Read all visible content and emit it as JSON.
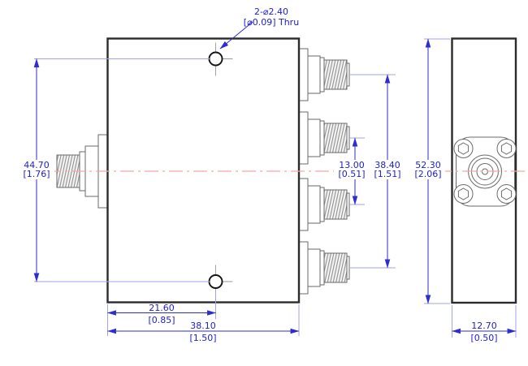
{
  "note": {
    "line1": "2-⌀2.40",
    "line2": "[⌀0.09] Thru"
  },
  "dims": {
    "hole_spacing": {
      "mm": "44.70",
      "inch": "[1.76]"
    },
    "port_pitch": {
      "mm": "13.00",
      "inch": "[0.51]"
    },
    "port_span": {
      "mm": "38.40",
      "inch": "[1.51]"
    },
    "body_height": {
      "mm": "52.30",
      "inch": "[2.06]"
    },
    "hole_offset": {
      "mm": "21.60",
      "inch": "[0.85]"
    },
    "body_width": {
      "mm": "38.10",
      "inch": "[1.50]"
    },
    "body_depth": {
      "mm": "12.70",
      "inch": "[0.50]"
    }
  },
  "colors": {
    "dimension_blue": "#2d2dd0",
    "text_blue": "#2020cc",
    "extension_blue": "#a3a3ec",
    "centerline_red": "#f2a9a2",
    "outline_dark": "#2b2b2b",
    "detail_gray": "#6a6a6a"
  }
}
